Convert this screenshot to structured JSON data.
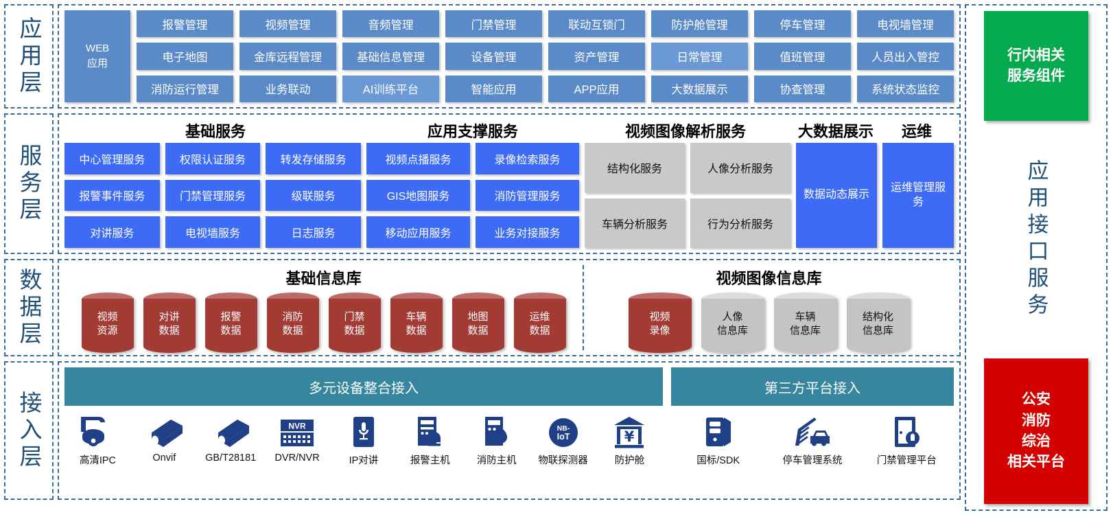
{
  "layers": {
    "application": {
      "tag": "应用层"
    },
    "service": {
      "tag": "服务层"
    },
    "data": {
      "tag": "数据层"
    },
    "access": {
      "tag": "接入层"
    }
  },
  "application": {
    "web_app": "WEB\n应用",
    "web_app_line1": "WEB",
    "web_app_line2": "应用",
    "cells": [
      {
        "label": "报警管理",
        "tone": "normal"
      },
      {
        "label": "视频管理",
        "tone": "normal"
      },
      {
        "label": "音频管理",
        "tone": "normal"
      },
      {
        "label": "门禁管理",
        "tone": "normal"
      },
      {
        "label": "联动互锁门",
        "tone": "normal"
      },
      {
        "label": "防护舱管理",
        "tone": "normal"
      },
      {
        "label": "停车管理",
        "tone": "normal"
      },
      {
        "label": "电视墙管理",
        "tone": "normal"
      },
      {
        "label": "电子地图",
        "tone": "normal"
      },
      {
        "label": "金库远程管理",
        "tone": "normal"
      },
      {
        "label": "基础信息管理",
        "tone": "normal"
      },
      {
        "label": "设备管理",
        "tone": "normal"
      },
      {
        "label": "资产管理",
        "tone": "normal"
      },
      {
        "label": "日常管理",
        "tone": "lite"
      },
      {
        "label": "值班管理",
        "tone": "normal"
      },
      {
        "label": "人员出入管控",
        "tone": "normal"
      },
      {
        "label": "消防运行管理",
        "tone": "normal"
      },
      {
        "label": "业务联动",
        "tone": "normal"
      },
      {
        "label": "AI训练平台",
        "tone": "lite"
      },
      {
        "label": "智能应用",
        "tone": "normal"
      },
      {
        "label": "APP应用",
        "tone": "normal"
      },
      {
        "label": "大数据展示",
        "tone": "normal"
      },
      {
        "label": "协查管理",
        "tone": "normal"
      },
      {
        "label": "系统状态监控",
        "tone": "normal"
      }
    ]
  },
  "service": {
    "groups": [
      {
        "title": "基础服务",
        "style": "blue",
        "cells": [
          "中心管理服务",
          "权限认证服务",
          "转发存储服务",
          "报警事件服务",
          "门禁管理服务",
          "级联服务",
          "对讲服务",
          "电视墙服务",
          "日志服务"
        ]
      },
      {
        "title": "应用支撑服务",
        "style": "blue",
        "cells": [
          "视频点播服务",
          "录像检索服务",
          "GIS地图服务",
          "消防管理服务",
          "移动应用服务",
          "业务对接服务"
        ]
      },
      {
        "title": "视频图像解析服务",
        "style": "gray",
        "cells": [
          "结构化服务",
          "人像分析服务",
          "车辆分析服务",
          "行为分析服务"
        ]
      },
      {
        "title": "大数据展示",
        "style": "blue",
        "cells": [
          "数据动态展示"
        ]
      },
      {
        "title": "运维",
        "style": "blue",
        "cells": [
          "运维管理服务"
        ]
      }
    ]
  },
  "data": {
    "basic_db": {
      "title": "基础信息库",
      "items": [
        {
          "l1": "视频",
          "l2": "资源"
        },
        {
          "l1": "对讲",
          "l2": "数据"
        },
        {
          "l1": "报警",
          "l2": "数据"
        },
        {
          "l1": "消防",
          "l2": "数据"
        },
        {
          "l1": "门禁",
          "l2": "数据"
        },
        {
          "l1": "车辆",
          "l2": "数据"
        },
        {
          "l1": "地图",
          "l2": "数据"
        },
        {
          "l1": "运维",
          "l2": "数据"
        }
      ]
    },
    "video_db": {
      "title": "视频图像信息库",
      "items": [
        {
          "l1": "视频",
          "l2": "录像",
          "tone": "red"
        },
        {
          "l1": "人像",
          "l2": "信息库",
          "tone": "gray"
        },
        {
          "l1": "车辆",
          "l2": "信息库",
          "tone": "gray"
        },
        {
          "l1": "结构化",
          "l2": "信息库",
          "tone": "gray"
        }
      ]
    }
  },
  "access": {
    "multi_device": {
      "banner": "多元设备整合接入",
      "items": [
        {
          "label": "高清IPC",
          "icon": "ptz-dome-camera-icon"
        },
        {
          "label": "Onvif",
          "icon": "box-camera-icon"
        },
        {
          "label": "GB/T28181",
          "icon": "box-camera-icon"
        },
        {
          "label": "DVR/NVR",
          "icon": "nvr-recorder-icon"
        },
        {
          "label": "IP对讲",
          "icon": "microphone-intercom-icon"
        },
        {
          "label": "报警主机",
          "icon": "alarm-host-icon"
        },
        {
          "label": "消防主机",
          "icon": "fire-host-icon"
        },
        {
          "label": "物联探测器",
          "icon": "nb-iot-sensor-icon"
        },
        {
          "label": "防护舱",
          "icon": "vault-capsule-icon"
        }
      ]
    },
    "third_party": {
      "banner": "第三方平台接入",
      "items": [
        {
          "label": "国标/SDK",
          "icon": "server-tower-icon"
        },
        {
          "label": "停车管理系统",
          "icon": "parking-barrier-car-icon"
        },
        {
          "label": "门禁管理平台",
          "icon": "door-lock-icon"
        }
      ]
    },
    "nvr_icon_text": "NVR",
    "nbiot_icon_text_1": "NB-",
    "nbiot_icon_text_2": "IoT"
  },
  "rail": {
    "green_line1": "行内相关",
    "green_line2": "服务组件",
    "middle": "应用接口服务",
    "red_line1": "公安",
    "red_line2": "消防",
    "red_line3": "综治",
    "red_line4": "相关平台"
  },
  "colors": {
    "app_blue": "#5b8ac8",
    "app_blue_lite": "#6a99d6",
    "service_blue": "#3d6bf5",
    "service_gray": "#c9c9c9",
    "db_red": "#a33b35",
    "db_red_top": "#bb6b68",
    "db_gray": "#c4c4c4",
    "teal": "#35869e",
    "green": "#06aa4e",
    "red": "#d50000",
    "border_blue": "#3a6a99",
    "label_blue": "#1f4e79",
    "icon_navy": "#1f3f87"
  }
}
